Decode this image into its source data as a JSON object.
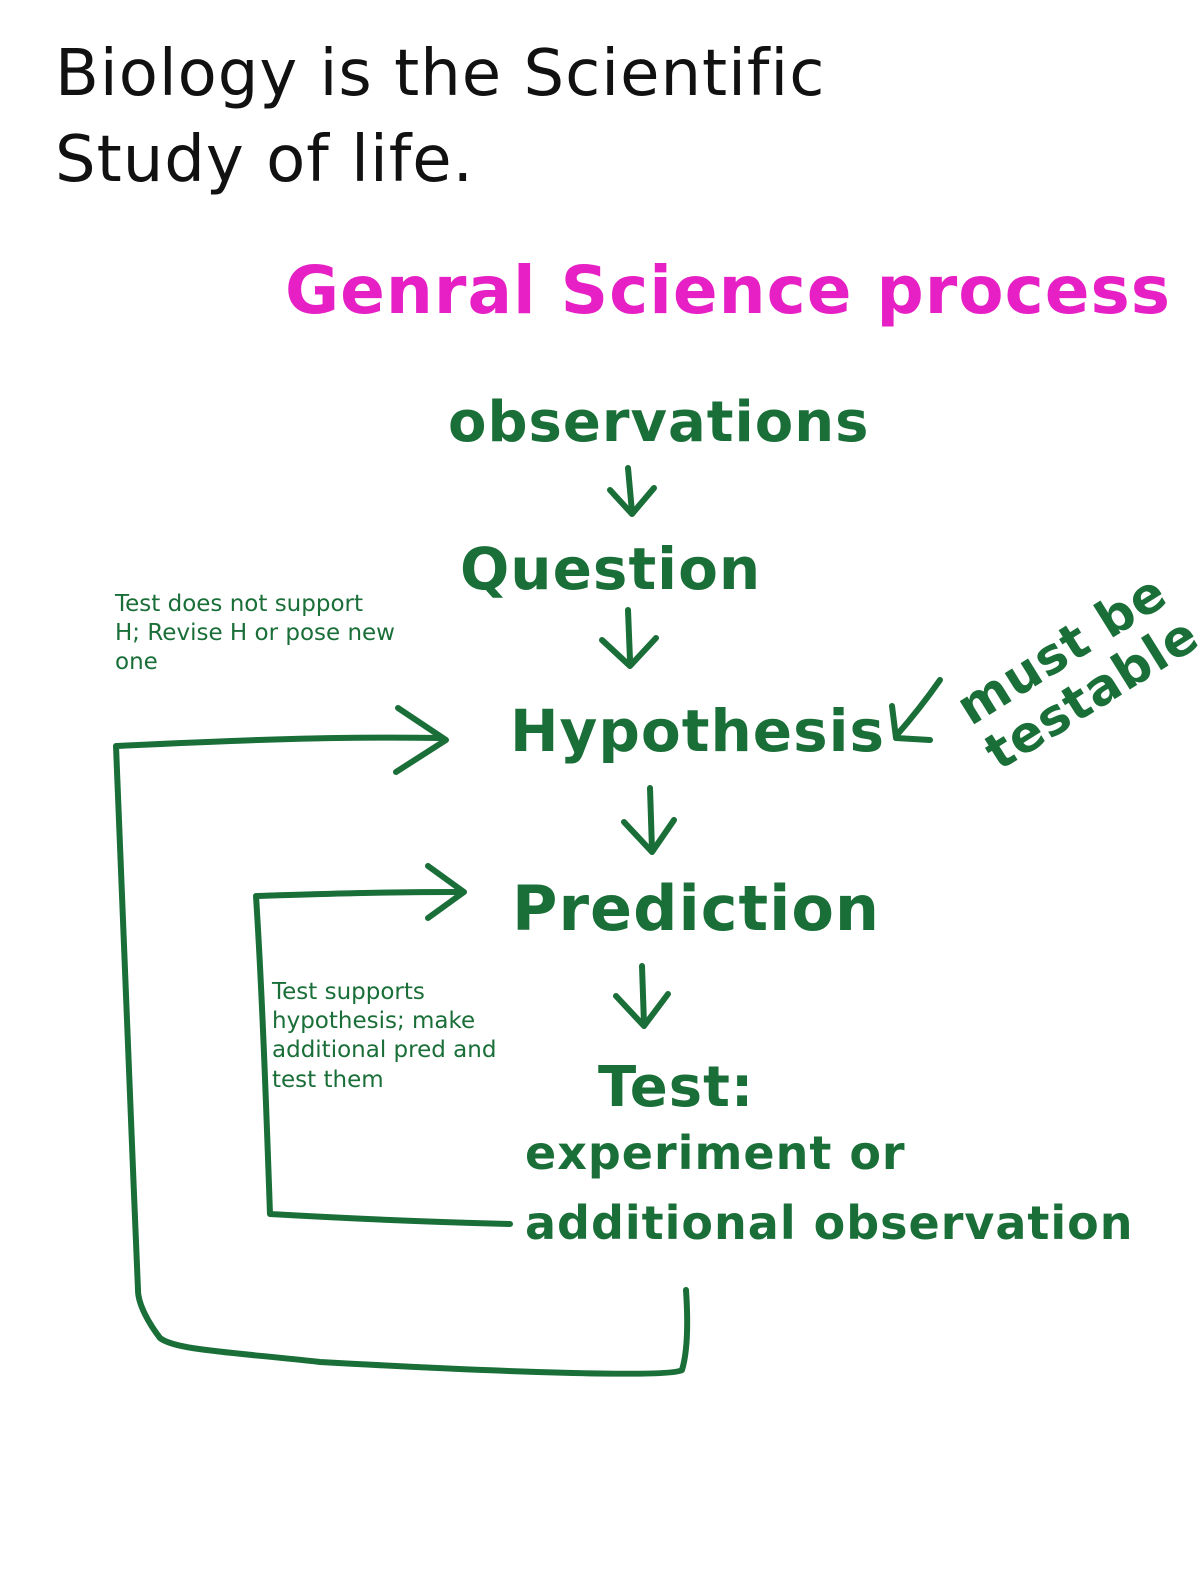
{
  "title_line1": "Biology is the Scientific",
  "title_line2": "Study of life.",
  "heading": "Genral Science process",
  "steps": {
    "observations": "observations",
    "question": "Question",
    "hypothesis": "Hypothesis",
    "prediction": "Prediction",
    "test": "Test:",
    "test_detail_line1": "experiment or",
    "test_detail_line2": "additional observation"
  },
  "notes": {
    "revise": "Test does not support H; Revise H or pose new one",
    "supports": "Test supports hypothesis; make additional pred and test them",
    "testable": "must be testable"
  },
  "colors": {
    "title": "#111111",
    "heading": "#e620c4",
    "flow": "#1a6e38"
  }
}
